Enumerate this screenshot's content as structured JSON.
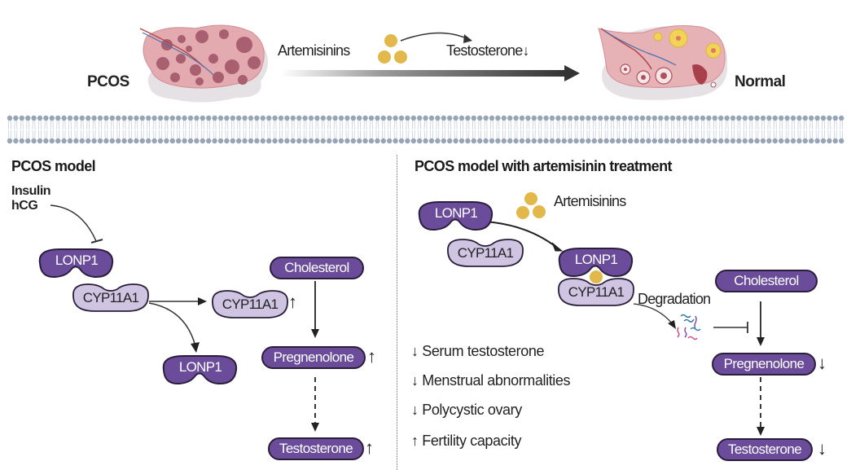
{
  "top": {
    "left_label": "PCOS",
    "right_label": "Normal",
    "drug_label": "Artemisinins",
    "effect_label": "Testosterone",
    "effect_arrow": "↓"
  },
  "left_panel": {
    "title": "PCOS model",
    "stimuli": [
      "Insulin",
      "hCG"
    ],
    "proteins": {
      "lonp1_top": "LONP1",
      "cyp_left": "CYP11A1",
      "cyp_right": "CYP11A1",
      "lonp1_bottom": "LONP1"
    },
    "cyp_arrow": "↑",
    "pathway": [
      {
        "label": "Cholesterol",
        "arrow": ""
      },
      {
        "label": "Pregnenolone",
        "arrow": "↑"
      },
      {
        "label": "Testosterone",
        "arrow": "↑"
      }
    ]
  },
  "right_panel": {
    "title": "PCOS model with artemisinin treatment",
    "drug_label": "Artemisinins",
    "proteins": {
      "lonp1_free": "LONP1",
      "cyp_free": "CYP11A1",
      "lonp1_complex": "LONP1",
      "cyp_complex": "CYP11A1"
    },
    "degradation_label": "Degradation",
    "pathway": [
      {
        "label": "Cholesterol",
        "arrow": ""
      },
      {
        "label": "Pregnenolone",
        "arrow": "↓"
      },
      {
        "label": "Testosterone",
        "arrow": "↓"
      }
    ],
    "outcomes": [
      {
        "arrow": "↓",
        "text": "Serum testosterone"
      },
      {
        "arrow": "↓",
        "text": "Menstrual abnormalities"
      },
      {
        "arrow": "↓",
        "text": "Polycystic ovary"
      },
      {
        "arrow": "↑",
        "text": "Fertility capacity"
      }
    ]
  },
  "colors": {
    "lonp1_fill": "#6b4c9a",
    "cyp_fill": "#cfc5e2",
    "outline": "#2a1e3a",
    "artemisinin": "#e3b84a",
    "ovary_pink": "#e8b4b8",
    "cyst": "#a8606e",
    "membrane": "#97a4b6"
  }
}
